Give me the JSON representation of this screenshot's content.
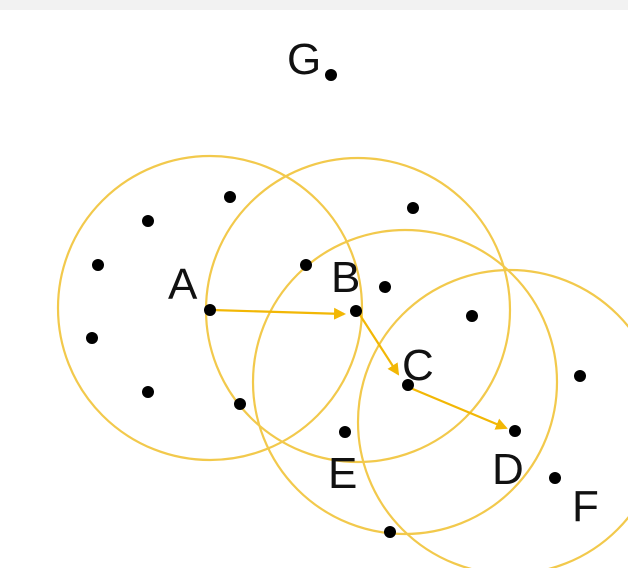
{
  "diagram": {
    "colors": {
      "circle": "#f2c94c",
      "arrow": "#f2b705",
      "point": "#000000",
      "label": "#111111",
      "background": "#ffffff"
    },
    "labels": {
      "A": "A",
      "B": "B",
      "C": "C",
      "D": "D",
      "E": "E",
      "F": "F",
      "G": "G"
    }
  }
}
